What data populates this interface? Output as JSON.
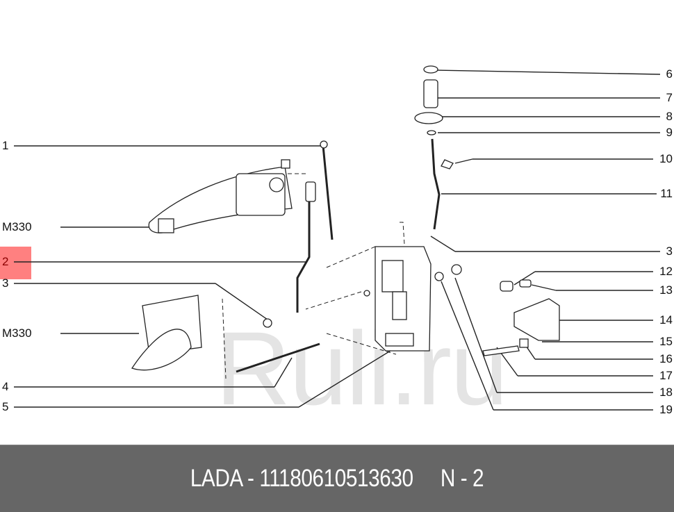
{
  "diagram": {
    "watermark": "Ruli.ru",
    "highlight_color": "#ff8080",
    "left_callouts": [
      {
        "id": "c1",
        "label": "1"
      },
      {
        "id": "cm1",
        "label": "M330"
      },
      {
        "id": "c2",
        "label": "2",
        "highlighted": true
      },
      {
        "id": "c3l",
        "label": "3"
      },
      {
        "id": "cm2",
        "label": "M330"
      },
      {
        "id": "c4",
        "label": "4"
      },
      {
        "id": "c5",
        "label": "5"
      }
    ],
    "right_callouts": [
      {
        "id": "c6",
        "label": "6"
      },
      {
        "id": "c7",
        "label": "7"
      },
      {
        "id": "c8",
        "label": "8"
      },
      {
        "id": "c9",
        "label": "9"
      },
      {
        "id": "c10",
        "label": "10"
      },
      {
        "id": "c11",
        "label": "11"
      },
      {
        "id": "c3r",
        "label": "3"
      },
      {
        "id": "c12",
        "label": "12"
      },
      {
        "id": "c13",
        "label": "13"
      },
      {
        "id": "c14",
        "label": "14"
      },
      {
        "id": "c15",
        "label": "15"
      },
      {
        "id": "c16",
        "label": "16"
      },
      {
        "id": "c17",
        "label": "17"
      },
      {
        "id": "c18",
        "label": "18"
      },
      {
        "id": "c19",
        "label": "19"
      }
    ]
  },
  "footer": {
    "text": "LADA - 11180610513630     N - 2",
    "background": "#666666"
  }
}
